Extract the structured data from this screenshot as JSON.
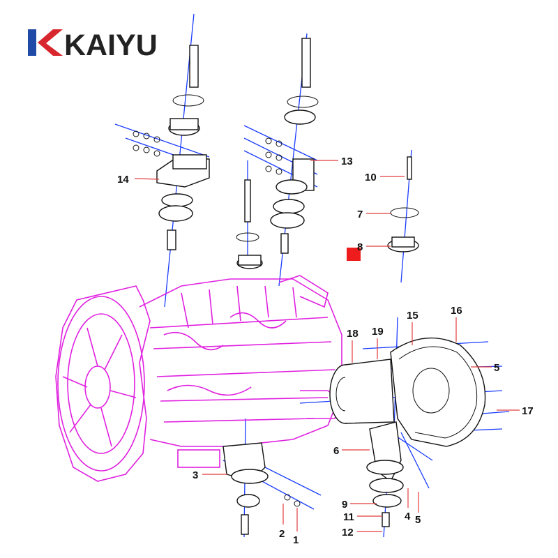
{
  "brand": {
    "name": "KAIYU",
    "colors": {
      "text": "#222222",
      "logo_red": "#d8262e",
      "logo_blue": "#1f4aa8"
    }
  },
  "colors": {
    "engine": "#e020e0",
    "axis": "#1a3cff",
    "leader": "#e23c3c",
    "marker": "#ee1c1c"
  },
  "callouts": [
    {
      "id": "c14",
      "label": "14"
    },
    {
      "id": "c13",
      "label": "13"
    },
    {
      "id": "c10",
      "label": "10"
    },
    {
      "id": "c7",
      "label": "7"
    },
    {
      "id": "c8",
      "label": "8"
    },
    {
      "id": "c15",
      "label": "15"
    },
    {
      "id": "c16",
      "label": "16"
    },
    {
      "id": "c18",
      "label": "18"
    },
    {
      "id": "c19",
      "label": "19"
    },
    {
      "id": "c5a",
      "label": "5"
    },
    {
      "id": "c17",
      "label": "17"
    },
    {
      "id": "c6",
      "label": "6"
    },
    {
      "id": "c3",
      "label": "3"
    },
    {
      "id": "c9",
      "label": "9"
    },
    {
      "id": "c4",
      "label": "4"
    },
    {
      "id": "c5b",
      "label": "5"
    },
    {
      "id": "c11",
      "label": "11"
    },
    {
      "id": "c12",
      "label": "12"
    },
    {
      "id": "c2",
      "label": "2"
    },
    {
      "id": "c1",
      "label": "1"
    }
  ]
}
